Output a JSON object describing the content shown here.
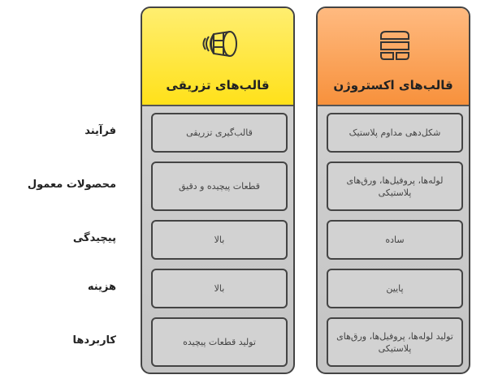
{
  "row_labels": [
    "فرآیند",
    "محصولات معمول",
    "پیچیدگی",
    "هزینه",
    "کاربردها"
  ],
  "injection": {
    "title": "قالب‌های تزریقی",
    "icon": "injection-mold-icon",
    "color": "#ffe52a",
    "cells": [
      "قالب‌گیری تزریقی",
      "قطعات پیچیده و دقیق",
      "بالا",
      "بالا",
      "تولید قطعات پیچیده"
    ]
  },
  "extrusion": {
    "title": "قالب‌های اکستروژن",
    "icon": "extrusion-die-icon",
    "color": "#f99a48",
    "cells": [
      "شکل‌دهی مداوم پلاستیک",
      "لوله‌ها، پروفیل‌ها، ورق‌های پلاستیکی",
      "ساده",
      "پایین",
      "تولید لوله‌ها، پروفیل‌ها، ورق‌های پلاستیکی"
    ]
  }
}
